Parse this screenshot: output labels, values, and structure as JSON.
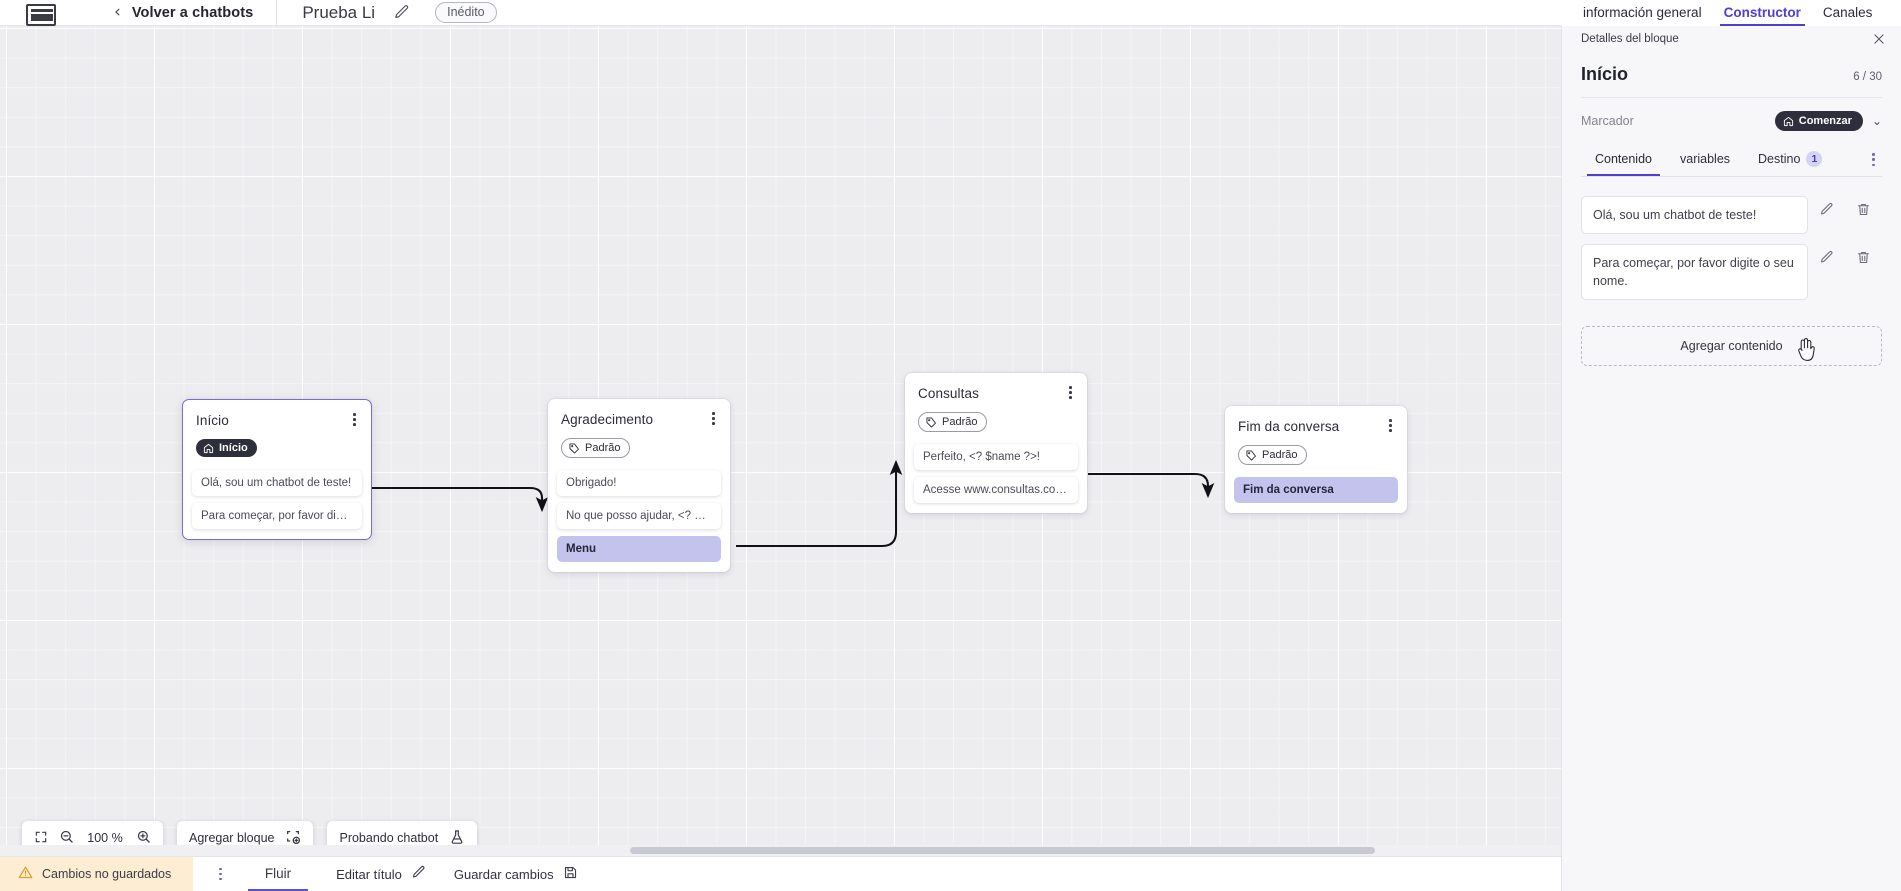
{
  "topbar": {
    "logo_name": "via-logo",
    "back_label": "Volver a chatbots",
    "bot_title": "Prueba Li",
    "edit_icon": "pencil-icon",
    "status_badge": "Inédito"
  },
  "canvas": {
    "nodes": [
      {
        "id": "inicio",
        "title": "Início",
        "tag": "Início",
        "tag_type": "start",
        "tag_icon": "home-icon",
        "selected": true,
        "messages": [
          {
            "text": "Olá, sou um chatbot de teste!",
            "highlight": false
          },
          {
            "text": "Para começar, por favor digite o ...",
            "highlight": false
          }
        ]
      },
      {
        "id": "agradecimento",
        "title": "Agradecimento",
        "tag": "Padrão",
        "tag_type": "default",
        "tag_icon": "tag-icon",
        "selected": false,
        "messages": [
          {
            "text": "Obrigado!",
            "highlight": false
          },
          {
            "text": "No que posso ajudar, <? $name ...",
            "highlight": false
          },
          {
            "text": "Menu",
            "highlight": true
          }
        ]
      },
      {
        "id": "consultas",
        "title": "Consultas",
        "tag": "Padrão",
        "tag_type": "default",
        "tag_icon": "tag-icon",
        "selected": false,
        "messages": [
          {
            "text": "Perfeito, <? $name ?>!",
            "highlight": false
          },
          {
            "text": "Acesse www.consultas.com par...",
            "highlight": false
          }
        ]
      },
      {
        "id": "fim",
        "title": "Fim da conversa",
        "tag": "Padrão",
        "tag_type": "default",
        "tag_icon": "tag-icon",
        "selected": false,
        "messages": [
          {
            "text": "Fim da conversa",
            "highlight": true
          }
        ]
      }
    ],
    "toolbar": {
      "fit_icon": "fit-screen-icon",
      "zoom_out_icon": "zoom-out-icon",
      "zoom_level": "100 %",
      "zoom_in_icon": "zoom-in-icon",
      "add_block_label": "Agregar bloque",
      "add_block_icon": "add-block-icon",
      "test_chatbot_label": "Probando chatbot",
      "test_chatbot_icon": "flask-icon"
    }
  },
  "bottombar": {
    "unsaved_label": "Cambios no guardados",
    "warning_icon": "warning-triangle-icon",
    "overflow_icon": "vertical-dots-icon",
    "flow_tab": "Fluir",
    "edit_title_label": "Editar título",
    "edit_title_icon": "pencil-icon",
    "save_label": "Guardar cambios",
    "save_icon": "save-disk-icon"
  },
  "right_panel": {
    "tabs": [
      {
        "label": "información general",
        "active": false
      },
      {
        "label": "Constructor",
        "active": true
      },
      {
        "label": "Canales",
        "active": false
      }
    ],
    "header_title": "Detalles del bloque",
    "close_icon": "close-icon",
    "block_name": "Início",
    "block_count": "6 / 30",
    "marker_label": "Marcador",
    "marker_chip": "Comenzar",
    "marker_chip_icon": "home-icon",
    "marker_chevron_icon": "chevron-down-icon",
    "panel_tabs": [
      {
        "label": "Contenido",
        "active": true,
        "badge": ""
      },
      {
        "label": "variables",
        "active": false,
        "badge": ""
      },
      {
        "label": "Destino",
        "active": false,
        "badge": "1"
      }
    ],
    "panel_tabs_overflow_icon": "vertical-dots-icon",
    "content_items": [
      {
        "text": "Olá, sou um chatbot de teste!",
        "edit_icon": "pencil-icon",
        "delete_icon": "trash-icon"
      },
      {
        "text": "Para começar, por favor digite o seu nome.",
        "edit_icon": "pencil-icon",
        "delete_icon": "trash-icon"
      }
    ],
    "add_content_label": "Agregar contenido"
  },
  "colors": {
    "accent": "#4d40cf",
    "dark_chip": "#2e2e3c",
    "highlight_row": "#c3c3ee",
    "warning_bg": "#fdedd3",
    "canvas_bg": "#ededf0"
  }
}
